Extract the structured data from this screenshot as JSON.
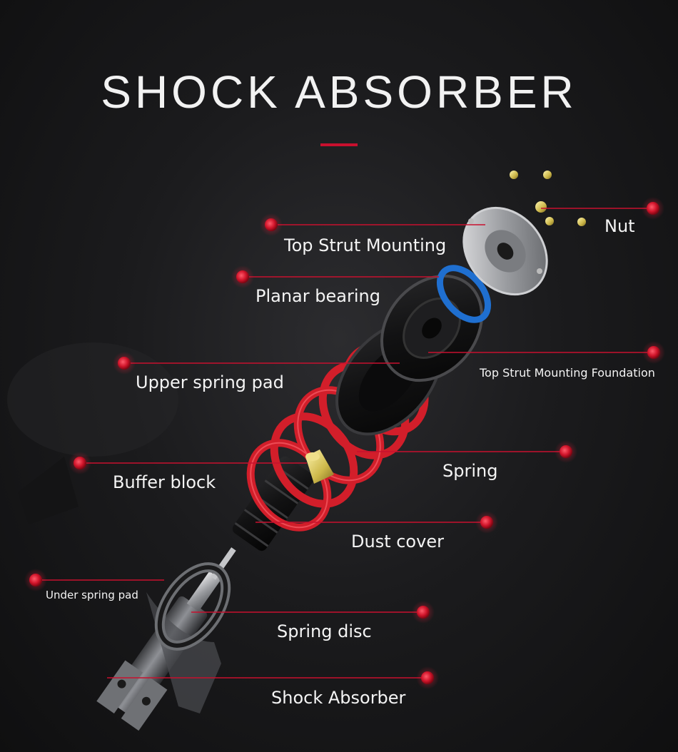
{
  "title": "SHOCK ABSORBER",
  "colors": {
    "background": "#1a1a1c",
    "accent_red": "#c8102e",
    "spring_red": "#d21e2a",
    "bearing_blue": "#1f6fd0",
    "nut_gold": "#d8c85a",
    "label_text": "#f4f4f4"
  },
  "labels": {
    "nut": "Nut",
    "top_strut_mounting": "Top Strut Mounting",
    "planar_bearing": "Planar bearing",
    "top_strut_mounting_foundation": "Top Strut Mounting Foundation",
    "upper_spring_pad": "Upper spring pad",
    "spring": "Spring",
    "buffer_block": "Buffer block",
    "dust_cover": "Dust cover",
    "under_spring_pad": "Under spring pad",
    "spring_disc": "Spring disc",
    "shock_absorber": "Shock Absorber"
  }
}
